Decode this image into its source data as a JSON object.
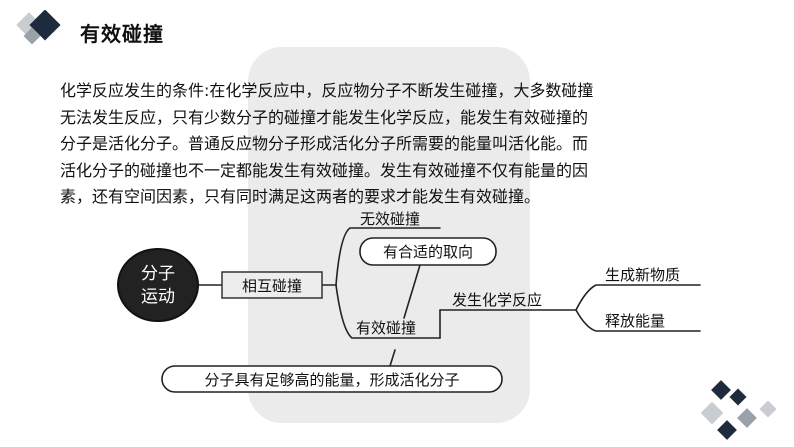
{
  "slide": {
    "title": "有效碰撞",
    "paragraph_lines": [
      "化学反应发生的条件:在化学反应中，反应物分子不断发生碰撞，大多数碰撞",
      "无法发生反应，只有少数分子的碰撞才能发生化学反应，能发生有效碰撞的",
      "分子是活化分子。普通反应物分子形成活化分子所需要的能量叫活化能。而",
      "活化分子的碰撞也不一定都能发生有效碰撞。发生有效碰撞不仅有能量的因",
      "素，还有空间因素，只有同时满足这两者的要求才能发生有效碰撞。"
    ]
  },
  "diagram": {
    "root_line1": "分子",
    "root_line2": "运动",
    "collision": "相互碰撞",
    "ineffective": "无效碰撞",
    "orientation": "有合适的取向",
    "effective": "有效碰撞",
    "reaction": "发生化学反应",
    "new_substance": "生成新物质",
    "release_energy": "释放能量",
    "energy_condition": "分子具有足够高的能量，形成活化分子"
  },
  "colors": {
    "accent_dark": "#1e2b3c",
    "accent_gray": "#9aa1a9",
    "panel_gray": "#ebebeb"
  }
}
